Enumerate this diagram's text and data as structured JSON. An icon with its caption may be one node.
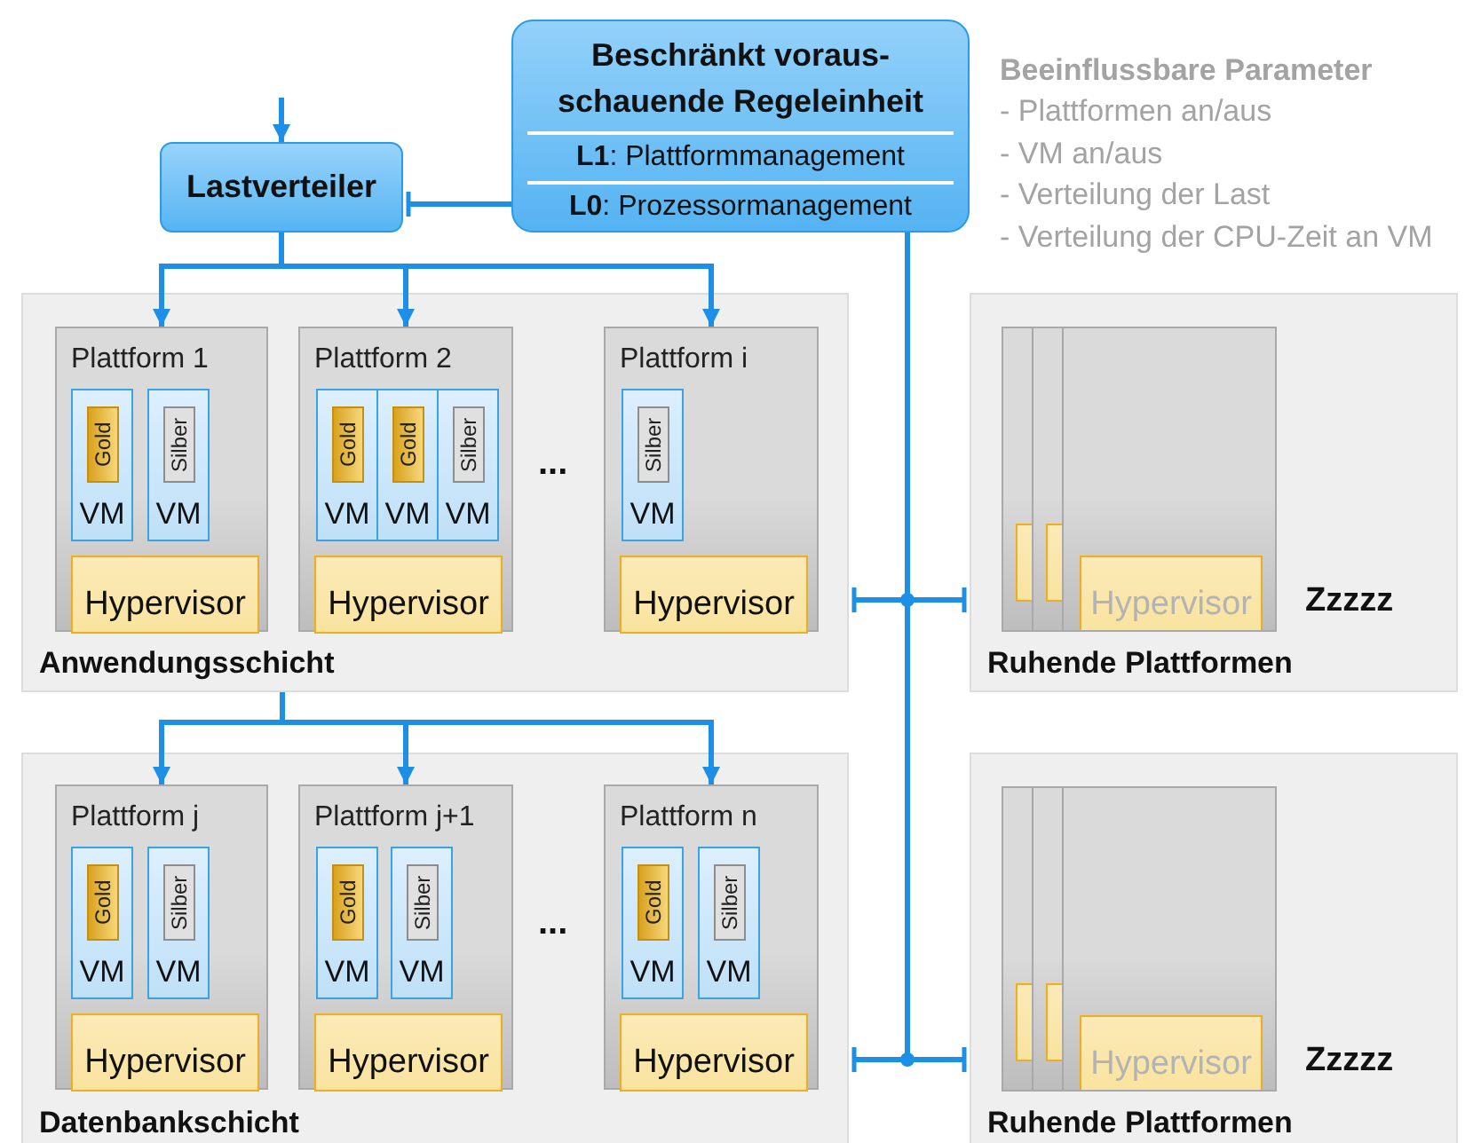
{
  "diagram": {
    "nodes": [
      {
        "text": [
          "Lastverteiler"
        ]
      },
      {
        "text": [
          "Beschränkt voraus- schauende Regeleinheit",
          "**L1**: Plattformmanagement",
          "**L0**: Prozessormanagement"
        ]
      },
      {
        "text": [
          "Anwendungsschicht"
        ]
      },
      {
        "text": [
          "Plattform 1"
        ],
        "in": 2
      },
      {
        "text": [
          "VM"
        ],
        "in": 3
      },
      {
        "text": [
          "Gold"
        ],
        "in": 4
      },
      {
        "text": [
          "VM"
        ],
        "in": 3
      },
      {
        "text": [
          "Silber"
        ],
        "in": 6
      },
      {
        "text": [
          "Hypervisor"
        ],
        "in": 3
      },
      {
        "text": [
          "Plattform 2"
        ],
        "in": 2
      },
      {
        "text": [
          "VM"
        ],
        "in": 9
      },
      {
        "text": [
          "Gold"
        ],
        "in": 10
      },
      {
        "text": [
          "VM"
        ],
        "in": 9
      },
      {
        "text": [
          "Gold"
        ],
        "in": 12
      },
      {
        "text": [
          "VM"
        ],
        "in": 9
      },
      {
        "text": [
          "Silber"
        ],
        "in": 14
      },
      {
        "text": [
          "Hypervisor"
        ],
        "in": 9
      },
      {
        "text": [
          "Plattform i"
        ],
        "in": 2
      },
      {
        "text": [
          "VM"
        ],
        "in": 17
      },
      {
        "text": [
          "Silber"
        ],
        "in": 18
      },
      {
        "text": [
          "Hypervisor"
        ],
        "in": 17
      },
      {
        "text": [
          "Ruhende Plattformen"
        ]
      },
      {
        "text": [],
        "shape": "box",
        "in": 21
      },
      {
        "text": [],
        "shape": "box",
        "in": 21
      },
      {
        "text": [],
        "shape": "box",
        "in": 21
      },
      {
        "text": [
          "Hypervisor"
        ],
        "in": 24
      },
      {
        "text": [
          "Datenbankschicht"
        ]
      },
      {
        "text": [
          "Plattform j"
        ],
        "in": 26
      },
      {
        "text": [
          "VM"
        ],
        "in": 27
      },
      {
        "text": [
          "Gold"
        ],
        "in": 28
      },
      {
        "text": [
          "VM"
        ],
        "in": 27
      },
      {
        "text": [
          "Silber"
        ],
        "in": 30
      },
      {
        "text": [
          "Hypervisor"
        ],
        "in": 27
      },
      {
        "text": [
          "Plattform j+1"
        ],
        "in": 26
      },
      {
        "text": [
          "VM"
        ],
        "in": 33
      },
      {
        "text": [
          "Gold"
        ],
        "in": 34
      },
      {
        "text": [
          "VM"
        ],
        "in": 33
      },
      {
        "text": [
          "Silber"
        ],
        "in": 36
      },
      {
        "text": [
          "Hypervisor"
        ],
        "in": 33
      },
      {
        "text": [
          "Plattform n"
        ],
        "in": 26
      },
      {
        "text": [
          "VM"
        ],
        "in": 39
      },
      {
        "text": [
          "Gold"
        ],
        "in": 40
      },
      {
        "text": [
          "VM"
        ],
        "in": 39
      },
      {
        "text": [
          "Silber"
        ],
        "in": 42
      },
      {
        "text": [
          "Hypervisor"
        ],
        "in": 39
      },
      {
        "text": [
          "Ruhende Plattformen"
        ]
      },
      {
        "text": [],
        "shape": "box",
        "in": 45
      },
      {
        "text": [],
        "shape": "box",
        "in": 45
      },
      {
        "text": [],
        "shape": "box",
        "in": 45
      },
      {
        "text": [
          "Hypervisor"
        ],
        "in": 48
      }
    ],
    "edges": [
      {
        "from": null,
        "to": 0,
        "arrow": "to"
      },
      {
        "from": 1,
        "to": 0,
        "arrow": "other"
      },
      {
        "from": 0,
        "to": 3,
        "arrow": "to"
      },
      {
        "from": 0,
        "to": 9,
        "arrow": "to"
      },
      {
        "from": 0,
        "to": 17,
        "arrow": "to"
      },
      {
        "from": 2,
        "to": 27,
        "arrow": "to"
      },
      {
        "from": 2,
        "to": 33,
        "arrow": "to"
      },
      {
        "from": 2,
        "to": 39,
        "arrow": "to"
      },
      {
        "from": 1,
        "to": 2,
        "arrow": "other"
      },
      {
        "from": 1,
        "to": 21,
        "arrow": "other"
      },
      {
        "from": 1,
        "to": 26,
        "arrow": "other"
      },
      {
        "from": 1,
        "to": 45,
        "arrow": "other"
      }
    ],
    "labels": [
      "Beeinflussbare Parameter",
      "- Plattformen an/aus",
      "- VM an/aus",
      "- Verteilung der Last",
      "- Verteilung der CPU-Zeit an VM",
      "...",
      "Zzzzz",
      "...",
      "Zzzzz"
    ]
  }
}
